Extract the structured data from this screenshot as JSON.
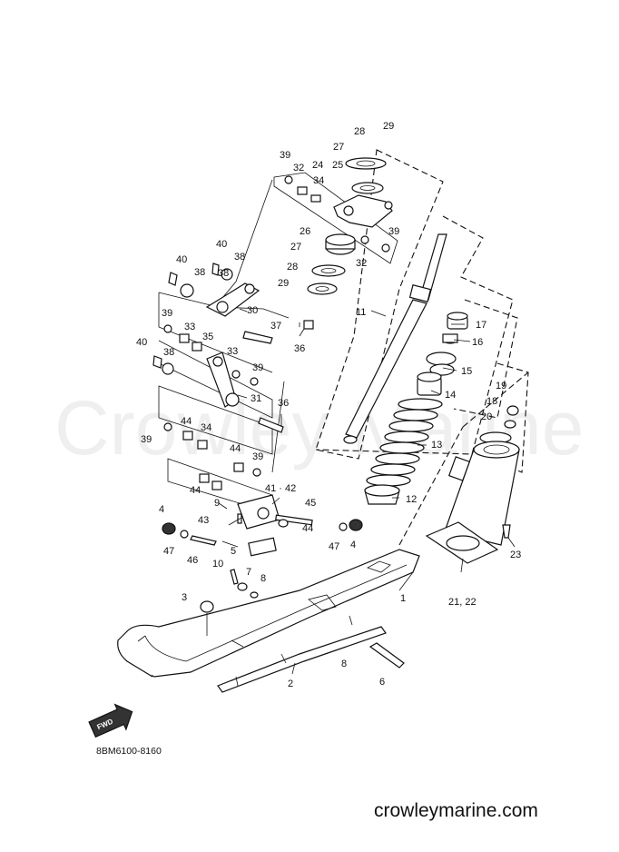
{
  "watermark": "Crowley Marine",
  "diagram_code": "8BM6100-8160",
  "site": "crowleymarine.com",
  "fwd_label": "FWD",
  "callouts": {
    "c1": "1",
    "c2": "2",
    "c3": "3",
    "c4a": "4",
    "c4b": "4",
    "c5": "5",
    "c6": "6",
    "c7": "7",
    "c8a": "8",
    "c8b": "8",
    "c9": "9",
    "c10": "10",
    "c11": "11",
    "c12": "12",
    "c13": "13",
    "c14": "14",
    "c15": "15",
    "c16": "16",
    "c17": "17",
    "c18": "18",
    "c19": "19",
    "c20": "20",
    "c2122a": "21, 22",
    "c2122b": "41 · 42",
    "c23": "23",
    "c24": "24",
    "c25": "25",
    "c26": "26",
    "c27a": "27",
    "c27b": "27",
    "c28a": "28",
    "c28b": "28",
    "c29a": "29",
    "c29b": "29",
    "c30": "30",
    "c31": "31",
    "c32a": "32",
    "c32b": "32",
    "c33a": "33",
    "c33b": "33",
    "c34a": "34",
    "c34b": "34",
    "c35": "35",
    "c36a": "36",
    "c36b": "36",
    "c37": "37",
    "c38a": "38",
    "c38b": "38",
    "c38c": "38",
    "c39a": "39",
    "c39b": "39",
    "c39c": "39",
    "c39d": "39",
    "c39e": "39",
    "c39f": "39",
    "c40a": "40",
    "c40b": "40",
    "c40c": "40",
    "c43": "43",
    "c44a": "44",
    "c44b": "44",
    "c44c": "44",
    "c44d": "44",
    "c45": "45",
    "c46": "46",
    "c47a": "47",
    "c47b": "47"
  }
}
